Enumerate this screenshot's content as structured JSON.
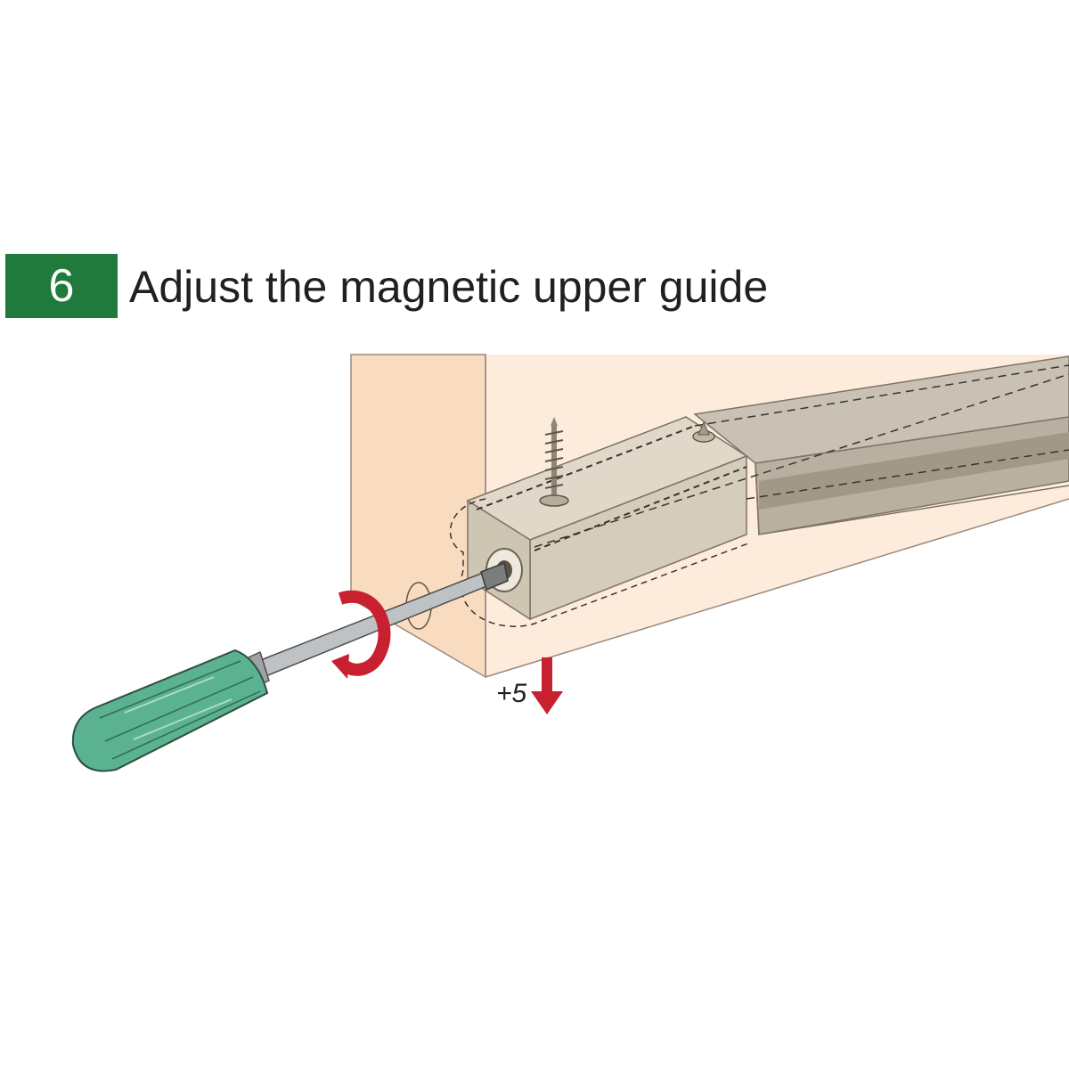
{
  "step": {
    "number": "6",
    "title": "Adjust the magnetic upper guide"
  },
  "illustration": {
    "adjustment_label": "+5",
    "icons": [
      "screwdriver-icon",
      "rotation-arrow-icon",
      "down-arrow-icon",
      "wood-screw-icon"
    ]
  },
  "colors": {
    "badge": "#1f7a3c",
    "arrow": "#c8202f",
    "wood": "#fde8d3",
    "guide": "#ddd3c3",
    "handle": "#4aa384"
  }
}
